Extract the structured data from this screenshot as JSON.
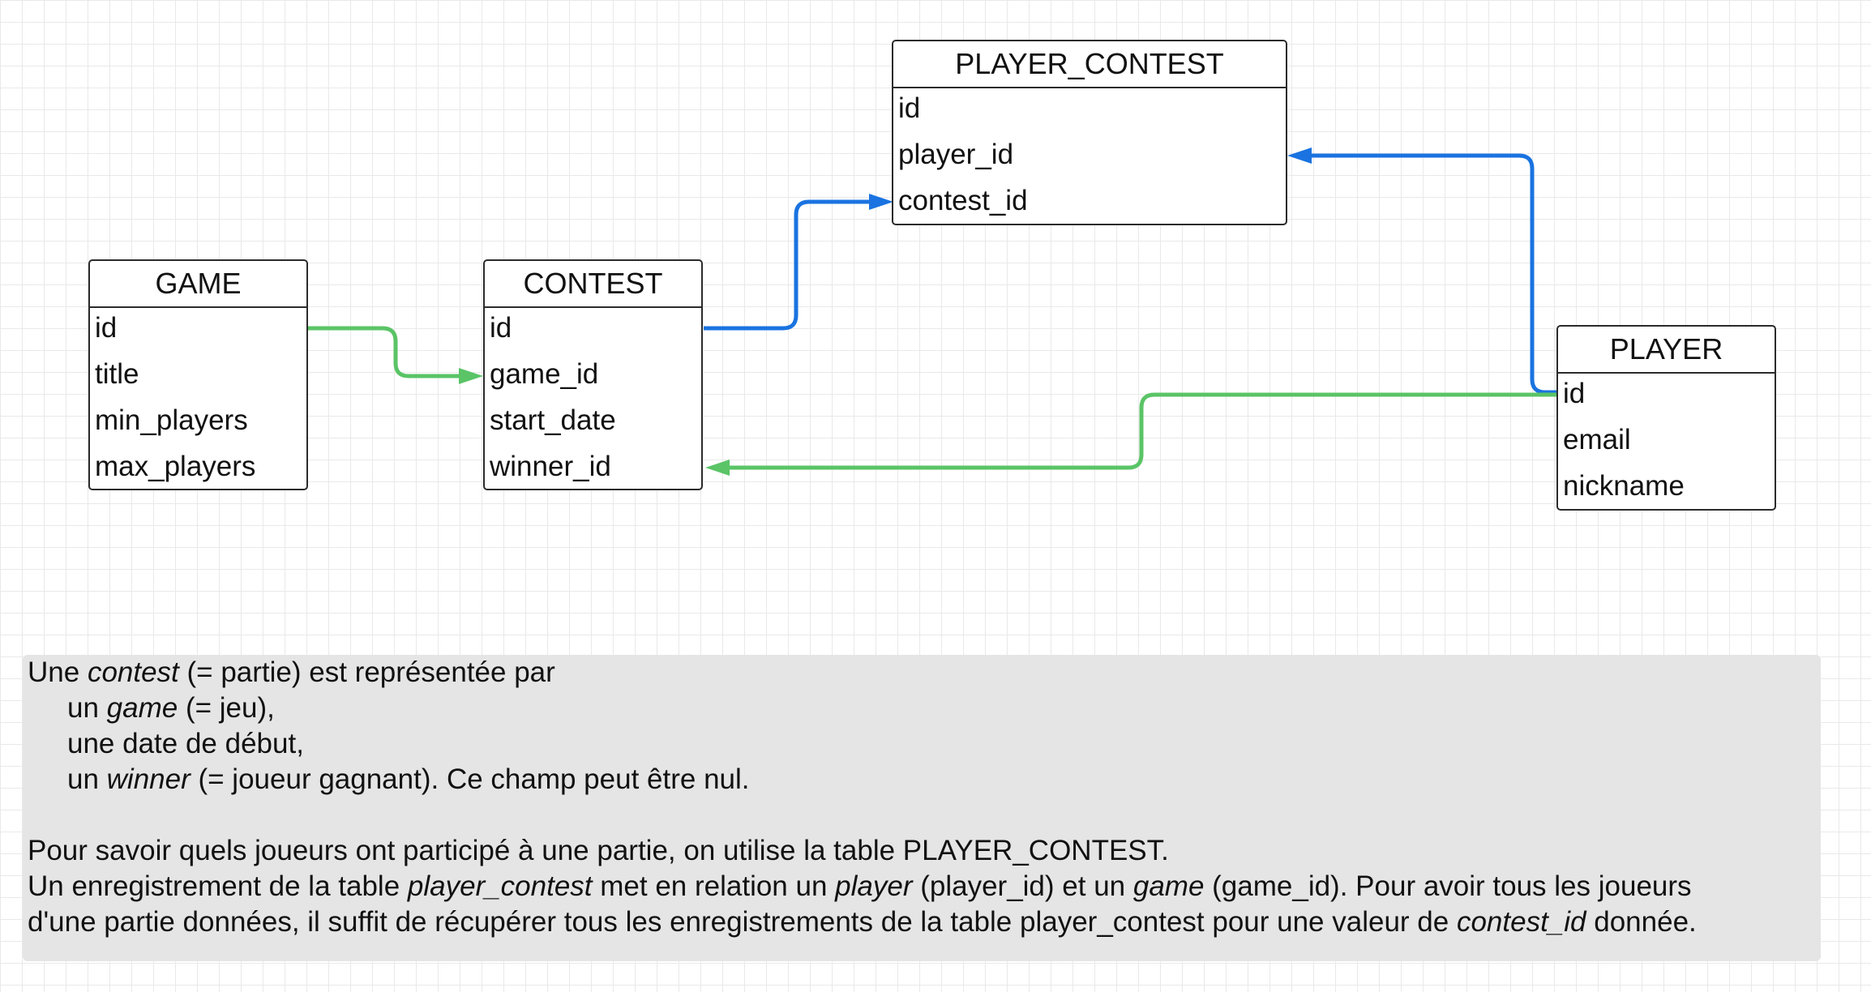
{
  "entities": {
    "game": {
      "title": "GAME",
      "fields": [
        "id",
        "title",
        "min_players",
        "max_players"
      ]
    },
    "contest": {
      "title": "CONTEST",
      "fields": [
        "id",
        "game_id",
        "start_date",
        "winner_id"
      ]
    },
    "player_contest": {
      "title": "PLAYER_CONTEST",
      "fields": [
        "id",
        "player_id",
        "contest_id"
      ]
    },
    "player": {
      "title": "PLAYER",
      "fields": [
        "id",
        "email",
        "nickname"
      ]
    }
  },
  "relations": [
    {
      "from": "GAME.id",
      "to": "CONTEST.game_id",
      "color": "#5ac466"
    },
    {
      "from": "CONTEST.id",
      "to": "PLAYER_CONTEST.contest_id",
      "color": "#1a73e0"
    },
    {
      "from": "PLAYER.id",
      "to": "PLAYER_CONTEST.player_id",
      "color": "#1a73e0"
    },
    {
      "from": "PLAYER.id",
      "to": "CONTEST.winner_id",
      "color": "#5ac466"
    }
  ],
  "note": {
    "l1": {
      "a": "Une ",
      "b": "contest",
      "c": " (= partie) est représentée par"
    },
    "l2": {
      "a": "un ",
      "b": "game",
      "c": " (= jeu),"
    },
    "l3": {
      "a": "une date de début,"
    },
    "l4": {
      "a": "un ",
      "b": "winner",
      "c": " (= joueur gagnant). Ce champ peut être nul."
    },
    "l5": {
      "a": "Pour savoir quels joueurs ont participé à une partie, on utilise la table PLAYER_CONTEST."
    },
    "l6": {
      "a": "Un enregistrement de la table ",
      "b": "player_contest",
      "c": " met en relation un ",
      "d": "player",
      "e": " (player_id) et un ",
      "f": "game",
      "g": " (game_id). Pour avoir tous les joueurs"
    },
    "l7": {
      "a": "d'une partie données, il suffit de récupérer tous les enregistrements de la table player_contest pour une valeur de ",
      "b": "contest_id",
      "c": " donnée."
    }
  }
}
